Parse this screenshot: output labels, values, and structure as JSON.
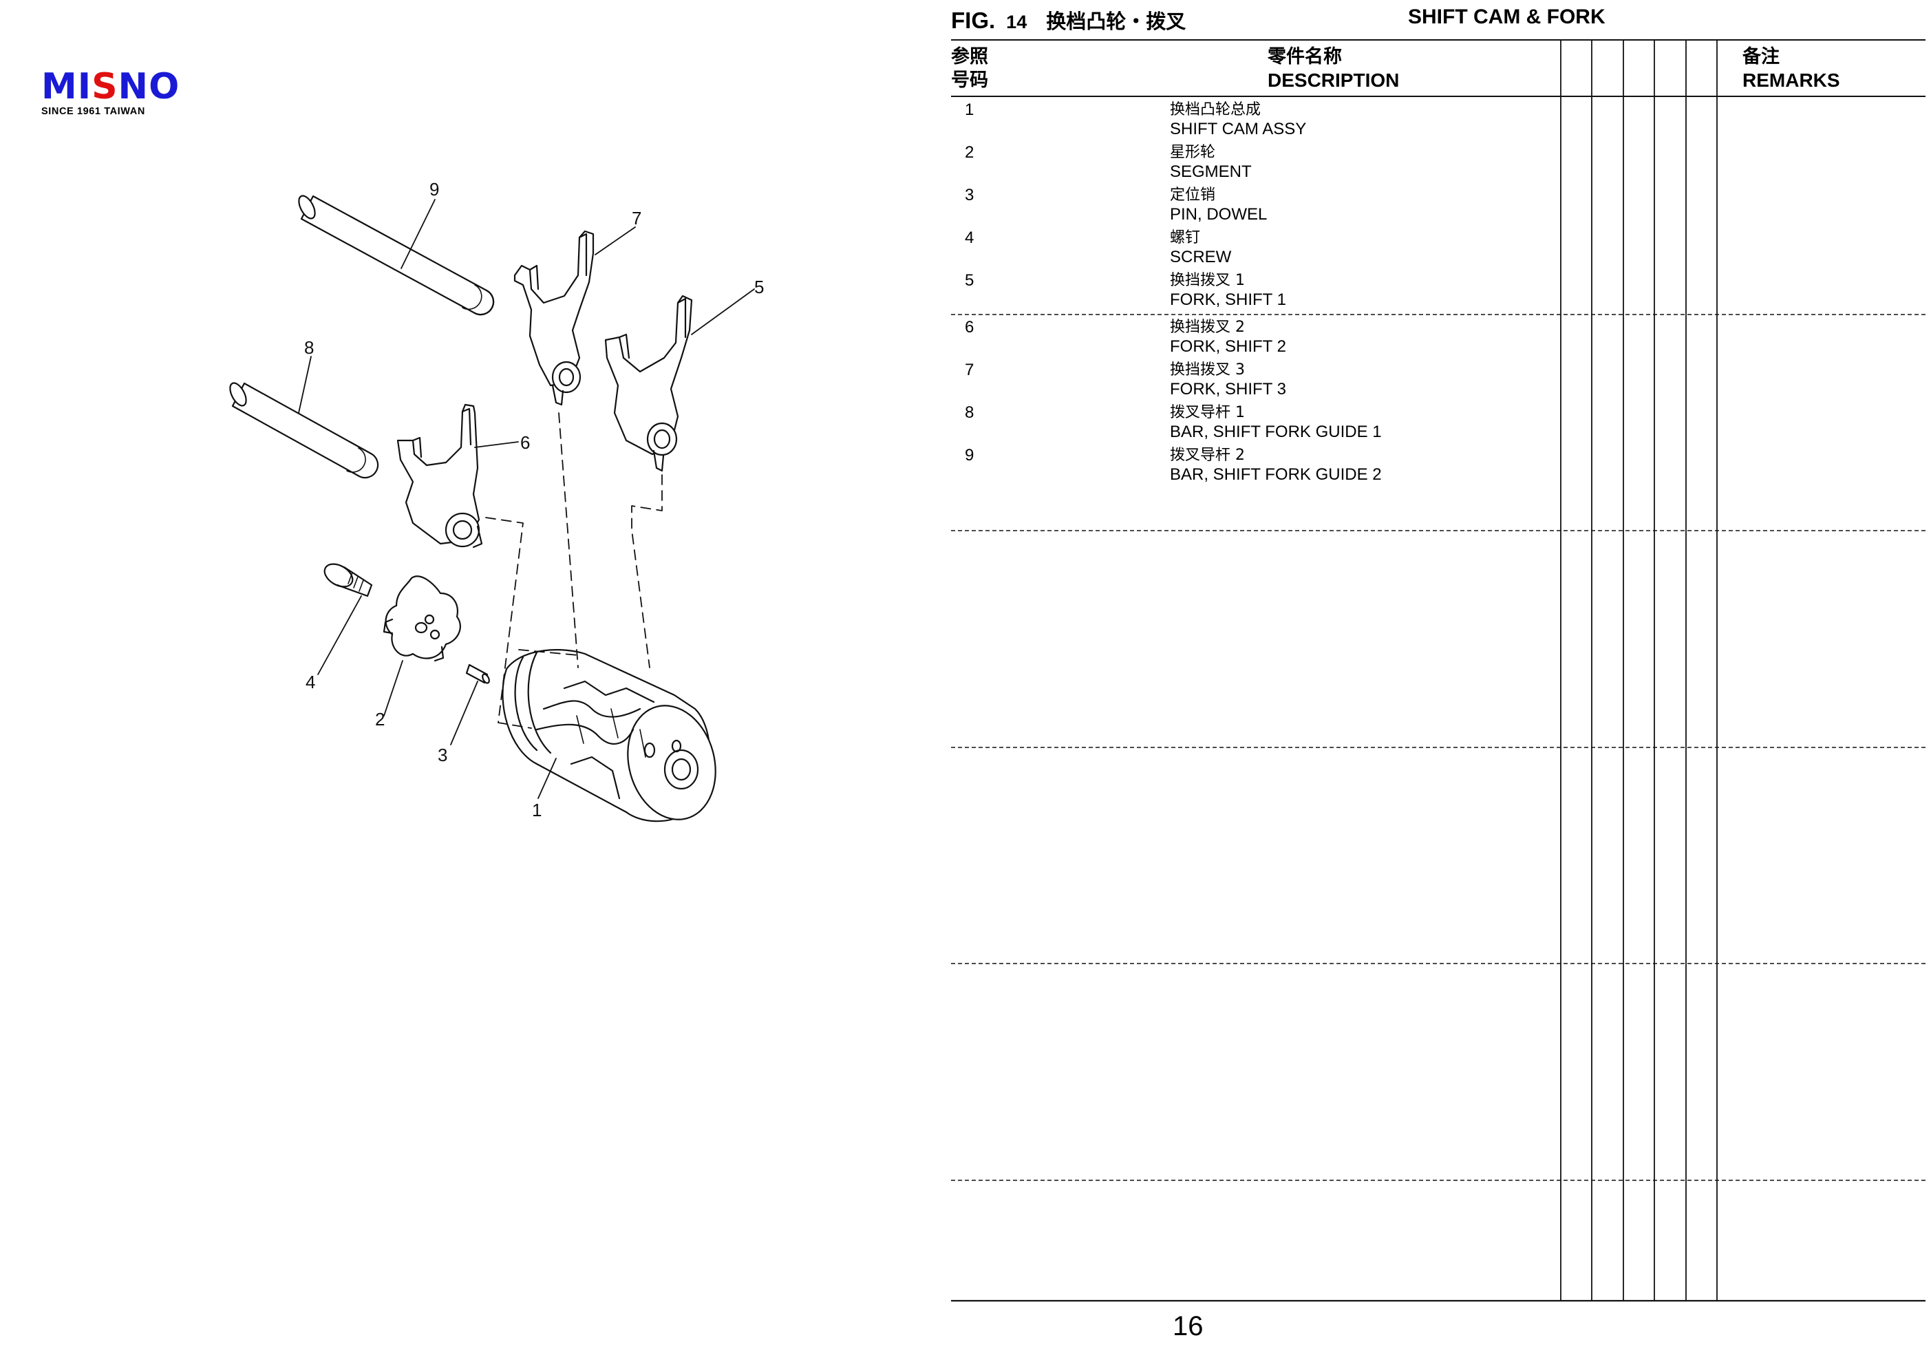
{
  "logo": {
    "brand_mi": "MI",
    "brand_s": "S",
    "brand_no": "NO",
    "tagline": "SINCE 1961 TAIWAN",
    "colors": {
      "blue": "#1a1ad6",
      "red": "#e01010"
    }
  },
  "figure": {
    "label": "FIG.",
    "number": "14",
    "title_cn": "换档凸轮・拨叉",
    "title_en": "SHIFT CAM & FORK"
  },
  "diagram": {
    "callouts": [
      "1",
      "2",
      "3",
      "4",
      "5",
      "6",
      "7",
      "8",
      "9"
    ]
  },
  "table": {
    "ref_header_cn_1": "参照",
    "ref_header_cn_2": "号码",
    "desc_header_cn": "零件名称",
    "desc_header_en": "DESCRIPTION",
    "remarks_header_cn": "备注",
    "remarks_header_en": "REMARKS",
    "rows": [
      {
        "ref": "1",
        "name_cn": "换档凸轮总成",
        "name_en": "SHIFT CAM ASSY"
      },
      {
        "ref": "2",
        "name_cn": "星形轮",
        "name_en": "SEGMENT"
      },
      {
        "ref": "3",
        "name_cn": "定位销",
        "name_en": "PIN, DOWEL"
      },
      {
        "ref": "4",
        "name_cn": "螺钉",
        "name_en": "SCREW"
      },
      {
        "ref": "5",
        "name_cn": "换挡拨叉 1",
        "name_en": "FORK, SHIFT 1"
      },
      {
        "ref": "6",
        "name_cn": "换挡拨叉 2",
        "name_en": "FORK, SHIFT 2"
      },
      {
        "ref": "7",
        "name_cn": "换挡拨叉 3",
        "name_en": "FORK, SHIFT 3"
      },
      {
        "ref": "8",
        "name_cn": "拨叉导杆 1",
        "name_en": "BAR, SHIFT FORK GUIDE 1"
      },
      {
        "ref": "9",
        "name_cn": "拨叉导杆 2",
        "name_en": "BAR, SHIFT FORK GUIDE 2"
      }
    ]
  },
  "page_number": "16"
}
